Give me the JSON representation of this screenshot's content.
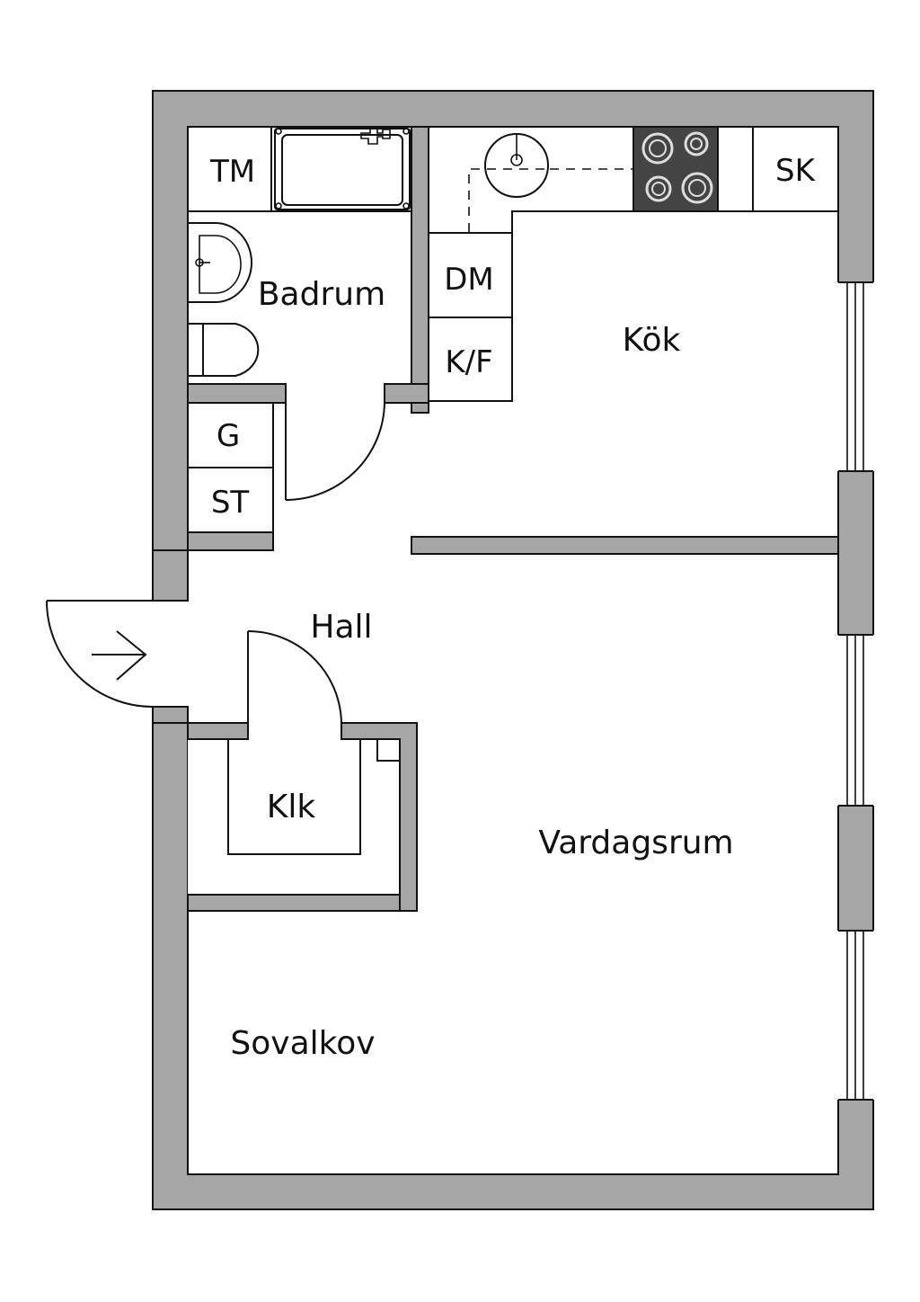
{
  "colors": {
    "wall": "#a6a6a6",
    "line": "#111111",
    "stove": "#444444",
    "background": "#ffffff"
  },
  "rooms": {
    "badrum": "Badrum",
    "kok": "Kök",
    "hall": "Hall",
    "vardagsrum": "Vardagsrum",
    "sovalkov": "Sovalkov",
    "klk": "Klk"
  },
  "fixtures": {
    "tm": "TM",
    "sk": "SK",
    "dm": "DM",
    "kf": "K/F",
    "g": "G",
    "st": "ST"
  },
  "icons": [
    "entrance-arrow-icon",
    "sink-icon",
    "stove-icon",
    "toilet-icon",
    "bathtub-icon",
    "washbasin-icon"
  ]
}
